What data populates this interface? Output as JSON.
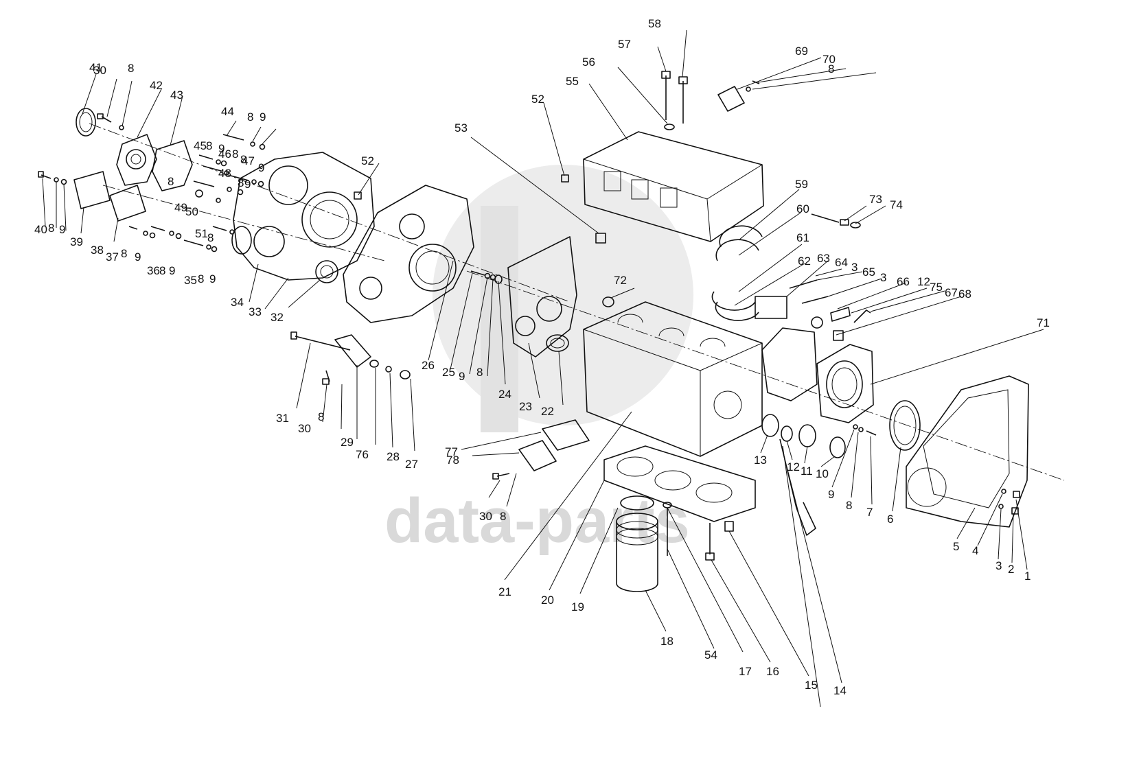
{
  "watermark": {
    "text": "data-parts",
    "color": "#d9d9d9"
  },
  "callouts": [
    "1",
    "2",
    "3",
    "4",
    "5",
    "6",
    "7",
    "8",
    "9",
    "10",
    "11",
    "12",
    "13",
    "14",
    "15",
    "16",
    "17",
    "18",
    "19",
    "20",
    "21",
    "22",
    "23",
    "24",
    "25",
    "26",
    "27",
    "28",
    "29",
    "30",
    "31",
    "32",
    "33",
    "34",
    "35",
    "36",
    "37",
    "38",
    "39",
    "40",
    "41",
    "42",
    "43",
    "44",
    "45",
    "46",
    "47",
    "48",
    "49",
    "50",
    "51",
    "52",
    "53",
    "54",
    "55",
    "56",
    "57",
    "58",
    "59",
    "60",
    "61",
    "62",
    "63",
    "64",
    "65",
    "66",
    "67",
    "68",
    "69",
    "70",
    "71",
    "72",
    "73",
    "74",
    "75",
    "76",
    "77",
    "78"
  ],
  "colors": {
    "line": "#111111",
    "background": "#ffffff"
  }
}
